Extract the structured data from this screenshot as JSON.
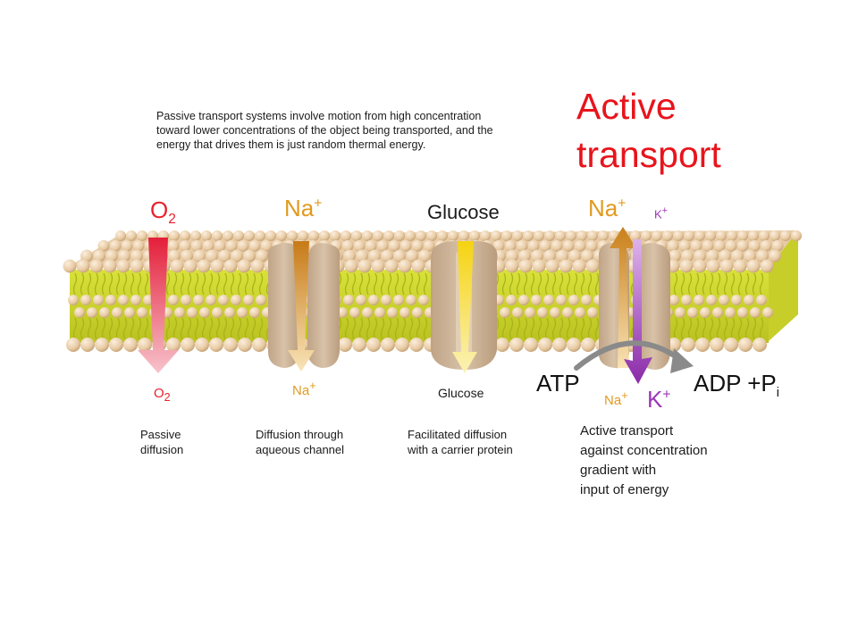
{
  "intro_text": "Passive transport systems involve motion from high concentration toward lower concentrations of the object being transported, and the energy that drives them is just random thermal energy.",
  "title_line1": "Active",
  "title_line2": "transport",
  "o2_top": {
    "base": "O",
    "sub": "2"
  },
  "na_top": {
    "base": "Na",
    "sup": "+"
  },
  "glucose_top": "Glucose",
  "na_top_active": {
    "base": "Na",
    "sup": "+"
  },
  "k_top_active": {
    "base": "K",
    "sup": "+"
  },
  "o2_bottom": {
    "base": "O",
    "sub": "2"
  },
  "na_bottom": {
    "base": "Na",
    "sup": "+"
  },
  "glucose_bottom": "Glucose",
  "na_bottom_active": {
    "base": "Na",
    "sup": "+"
  },
  "k_bottom_active": {
    "base": "K",
    "sup": "+"
  },
  "atp": "ATP",
  "adp": {
    "base": "ADP +P",
    "sub": "i"
  },
  "captions": {
    "passive_diffusion": [
      "Passive",
      "diffusion"
    ],
    "aqueous_channel": [
      "Diffusion through",
      "aqueous channel"
    ],
    "facilitated": [
      "Facilitated diffusion",
      "with a carrier protein"
    ],
    "active": [
      "Active transport",
      "against concentration",
      "gradient with",
      "input of energy"
    ]
  },
  "colors": {
    "title_red": "#e8141c",
    "o2_red": "#e8222e",
    "sodium_orange": "#e09a1e",
    "potassium_purple": "#9b36b8",
    "glucose_text": "#1a1a1a",
    "membrane_head": "#ecd2b0",
    "membrane_tail": "#c9d42a",
    "protein": "#c9b095"
  }
}
